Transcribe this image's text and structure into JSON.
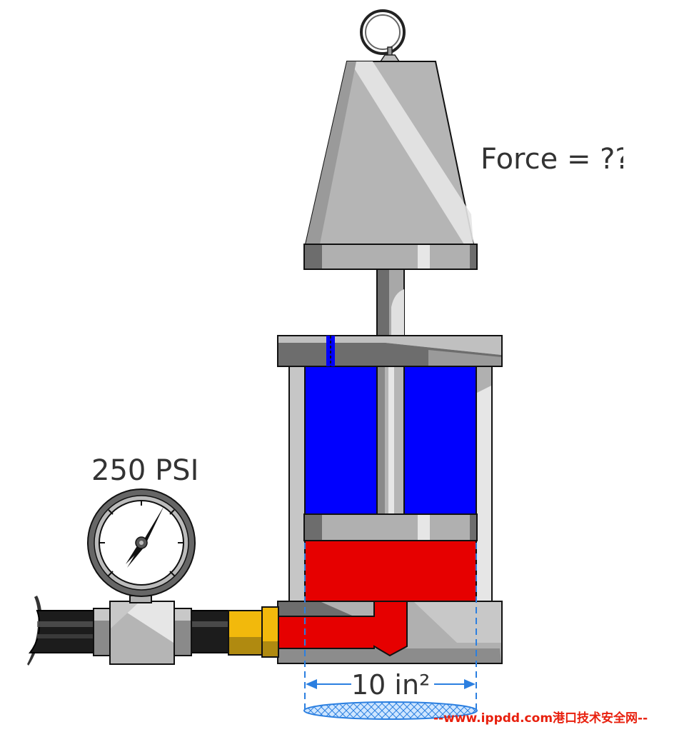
{
  "labels": {
    "force": "Force = ??",
    "pressure": "250 PSI",
    "area": "10 in²"
  },
  "watermark": "--www.ippdd.com港口技术安全网--",
  "gauge": {
    "reading": "250 PSI"
  },
  "colors": {
    "metal_light": "#c6c6c6",
    "metal_mid": "#b0b0b0",
    "metal_dark": "#6d6d6d",
    "highlight": "#e6e6e6",
    "oil_top": "#0000ff",
    "oil_bottom": "#e60000",
    "hose": "#1c1c1c",
    "brass": "#f2b90c",
    "dimension": "#2b7fe0",
    "watermark": "#e8200e"
  }
}
